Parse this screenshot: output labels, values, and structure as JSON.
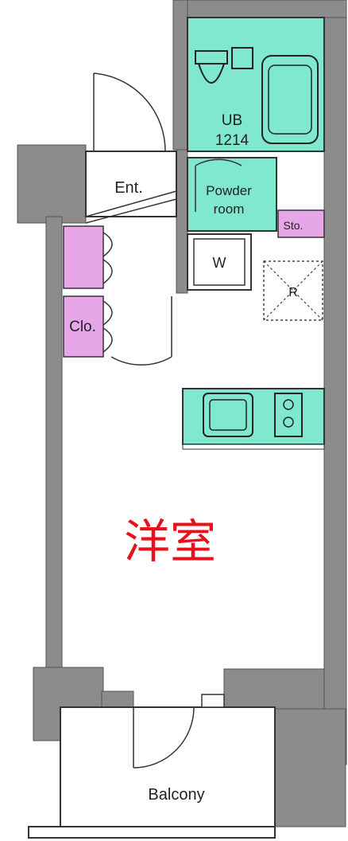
{
  "rooms": {
    "unit_bath": {
      "code": "UB",
      "size": "1214"
    },
    "entrance": "Ent.",
    "powder_room": {
      "line1": "Powder",
      "line2": "room"
    },
    "storage": "Sto.",
    "washer": "W",
    "refrigerator": "R",
    "closet": "Clo.",
    "western_room": "洋室",
    "balcony": "Balcony"
  },
  "colors": {
    "wall": "#8c8c8c",
    "wet_area": "#7fe8cf",
    "storage": "#e6a6e8",
    "room_label": "#e8101a",
    "line": "#333333"
  }
}
